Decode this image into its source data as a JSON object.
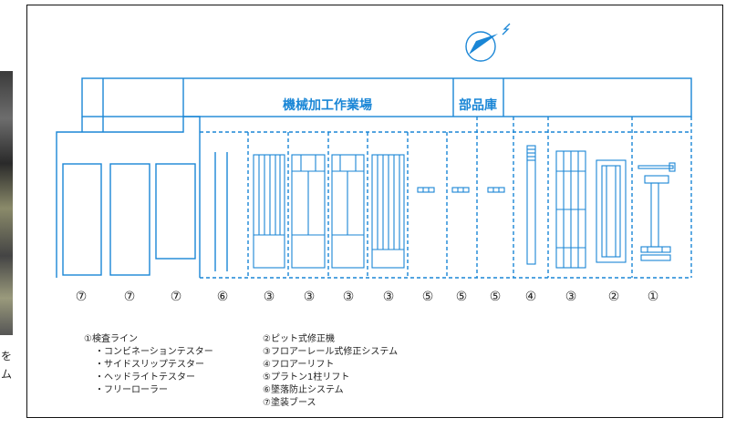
{
  "side_caption": {
    "line1": "を",
    "line2": "ム"
  },
  "labels": {
    "machining_area": "機械加工作業場",
    "parts_storage": "部品庫"
  },
  "bay_numbers": [
    "⑦",
    "⑦",
    "⑦",
    "⑥",
    "③",
    "③",
    "③",
    "③",
    "⑤",
    "⑤",
    "⑤",
    "④",
    "③",
    "②",
    "①"
  ],
  "legend": {
    "left": [
      "①検査ライン",
      "・コンビネーションテスター",
      "・サイドスリップテスター",
      "・ヘッドライトテスター",
      "・フリーローラー"
    ],
    "right": [
      "②ピット式修正機",
      "③フロアーレール式修正システム",
      "④フロアーリフト",
      "⑤プラトン1柱リフト",
      "⑥墜落防止システム",
      "⑦塗装ブース"
    ]
  },
  "colors": {
    "plan_blue": "#1a86d6",
    "frame": "#111111",
    "text": "#222222"
  },
  "icons": {
    "compass": "north-arrow-icon"
  }
}
